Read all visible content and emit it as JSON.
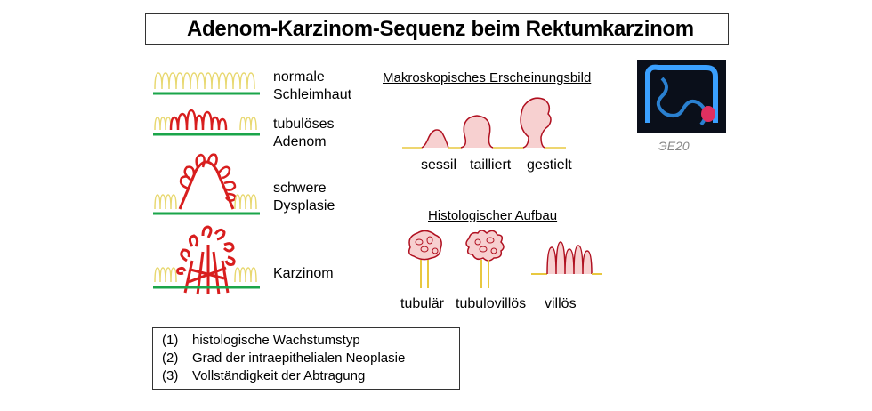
{
  "title": "Adenom-Karzinom-Sequenz beim Rektumkarzinom",
  "stages": [
    {
      "line1": "normale",
      "line2": "Schleimhaut"
    },
    {
      "line1": "tubulöses",
      "line2": "Adenom"
    },
    {
      "line1": "schwere",
      "line2": "Dysplasie"
    },
    {
      "line1": "Karzinom",
      "line2": ""
    }
  ],
  "macroscopic": {
    "heading": "Makroskopisches Erscheinungsbild",
    "labels": [
      "sessil",
      "tailliert",
      "gestielt"
    ]
  },
  "histologic": {
    "heading": "Histologischer Aufbau",
    "labels": [
      "tubulär",
      "tubulovillös",
      "villös"
    ]
  },
  "legend": [
    {
      "num": "(1)",
      "text": "histologische Wachstumstyp"
    },
    {
      "num": "(2)",
      "text": "Grad der intraepithelialen Neoplasie"
    },
    {
      "num": "(3)",
      "text": "Vollständigkeit der Abtragung"
    }
  ],
  "signature": "ЭЕ20",
  "colors": {
    "mucosa": "#e8d870",
    "baseline": "#1aa54a",
    "neoplasia": "#d81e1e",
    "polyp_fill": "#f7d0d0",
    "polyp_outline": "#b01020"
  }
}
